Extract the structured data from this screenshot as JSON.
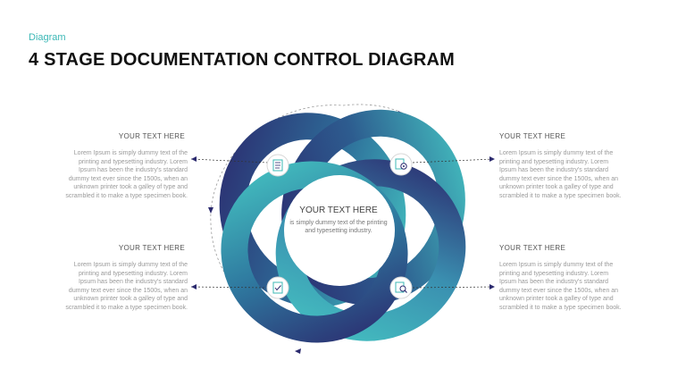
{
  "category": "Diagram",
  "title": "4 STAGE DOCUMENTATION CONTROL DIAGRAM",
  "center": {
    "heading": "YOUR TEXT HERE",
    "body": "is simply dummy text of the printing and typesetting industry."
  },
  "stages": [
    {
      "position": "top-left",
      "heading": "YOUR TEXT HERE",
      "body": "Lorem Ipsum is simply dummy text of the printing and typesetting industry. Lorem Ipsum has been the industry's standard dummy text ever since the 1500s, when an unknown printer took a galley of type and scrambled it to make a type specimen book.",
      "icon": "document-list-icon"
    },
    {
      "position": "top-right",
      "heading": "YOUR TEXT HERE",
      "body": "Lorem Ipsum is simply dummy text of the printing and typesetting industry. Lorem Ipsum has been the industry's standard dummy text ever since the 1500s, when an unknown printer took a galley of type and scrambled it to make a type specimen book.",
      "icon": "document-gear-icon"
    },
    {
      "position": "bottom-left",
      "heading": "YOUR TEXT HERE",
      "body": "Lorem Ipsum is simply dummy text of the printing and typesetting industry. Lorem Ipsum has been the industry's standard dummy text ever since the 1500s, when an unknown printer took a galley of type and scrambled it to make a type specimen book.",
      "icon": "document-check-icon"
    },
    {
      "position": "bottom-right",
      "heading": "YOUR TEXT HERE",
      "body": "Lorem Ipsum is simply dummy text of the printing and typesetting industry. Lorem Ipsum has been the industry's standard dummy text ever since the 1500s, when an unknown printer took a galley of type and scrambled it to make a type specimen book.",
      "icon": "document-search-icon"
    }
  ],
  "colors": {
    "teal": "#3fc1c0",
    "navy": "#2b2a6e",
    "accent_label": "#3cb8b6"
  }
}
